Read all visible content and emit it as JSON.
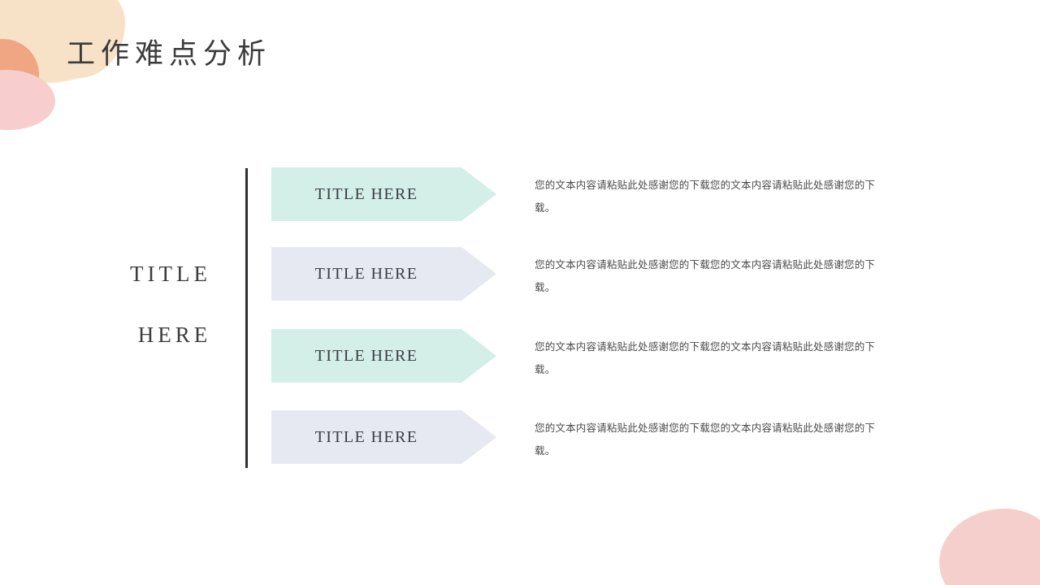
{
  "slide": {
    "title": "工作难点分析",
    "background_color": "#ffffff",
    "side_label": {
      "line1": "TITLE",
      "line2": "HERE"
    }
  },
  "decorations": {
    "cream_color": "#f7e2c8",
    "orange_color": "#f0a583",
    "pink_color": "#f7cdcd",
    "pink_corner_color": "#f5cfcb"
  },
  "theme": {
    "mint": "#d3efe8",
    "lavender": "#e6e9f2",
    "divider": "#2e3033",
    "title_color": "#3b3b3b",
    "body_color": "#4a4a4a"
  },
  "rows": [
    {
      "banner_label": "TITLE HERE",
      "banner_color": "#d3efe8",
      "body": "您的文本内容请粘贴此处感谢您的下载您的文本内容请粘贴此处感谢您的下载。"
    },
    {
      "banner_label": "TITLE HERE",
      "banner_color": "#e6e9f2",
      "body": "您的文本内容请粘贴此处感谢您的下载您的文本内容请粘贴此处感谢您的下载。"
    },
    {
      "banner_label": "TITLE HERE",
      "banner_color": "#d3efe8",
      "body": "您的文本内容请粘贴此处感谢您的下载您的文本内容请粘贴此处感谢您的下载。"
    },
    {
      "banner_label": "TITLE HERE",
      "banner_color": "#e6e9f2",
      "body": "您的文本内容请粘贴此处感谢您的下载您的文本内容请粘贴此处感谢您的下载。"
    }
  ]
}
